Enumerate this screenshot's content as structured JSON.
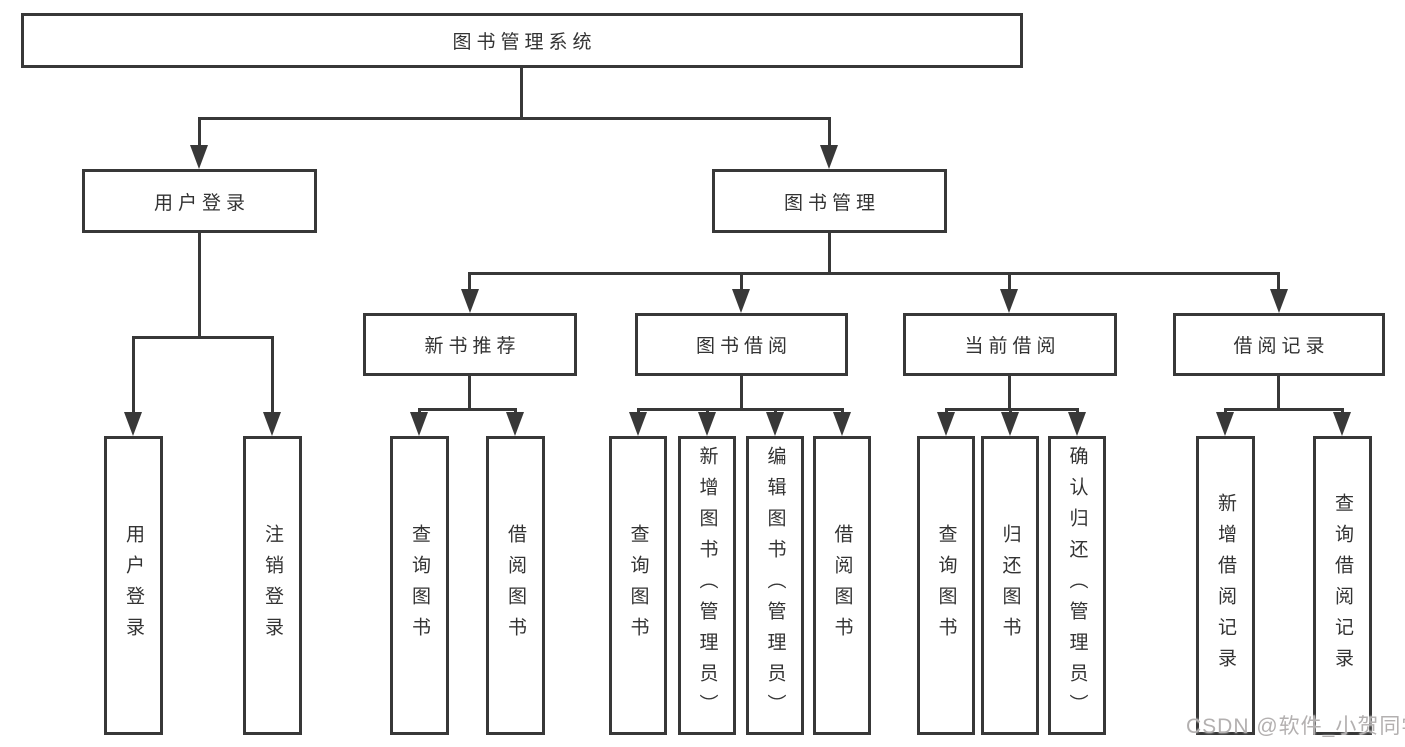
{
  "tree": {
    "root": {
      "label": "图书管理系统"
    },
    "branches": [
      {
        "label": "用户登录",
        "children": [
          {
            "label": "用户登录"
          },
          {
            "label": "注销登录"
          }
        ]
      },
      {
        "label": "图书管理",
        "children": [
          {
            "label": "新书推荐",
            "children": [
              {
                "label": "查询图书"
              },
              {
                "label": "借阅图书"
              }
            ]
          },
          {
            "label": "图书借阅",
            "children": [
              {
                "label": "查询图书"
              },
              {
                "label": "新增图书（管理员）"
              },
              {
                "label": "编辑图书（管理员）"
              },
              {
                "label": "借阅图书"
              }
            ]
          },
          {
            "label": "当前借阅",
            "children": [
              {
                "label": "查询图书"
              },
              {
                "label": "归还图书"
              },
              {
                "label": "确认归还（管理员）"
              }
            ]
          },
          {
            "label": "借阅记录",
            "children": [
              {
                "label": "新增借阅记录"
              },
              {
                "label": "查询借阅记录"
              }
            ]
          }
        ]
      }
    ]
  },
  "watermark": {
    "text": "CSDN @软件_小贺同学"
  },
  "colors": {
    "line": "#383838",
    "text": "#333333",
    "box_background": "#ffffff",
    "page_background": "#ffffff",
    "watermark": "#b3b0b0"
  }
}
